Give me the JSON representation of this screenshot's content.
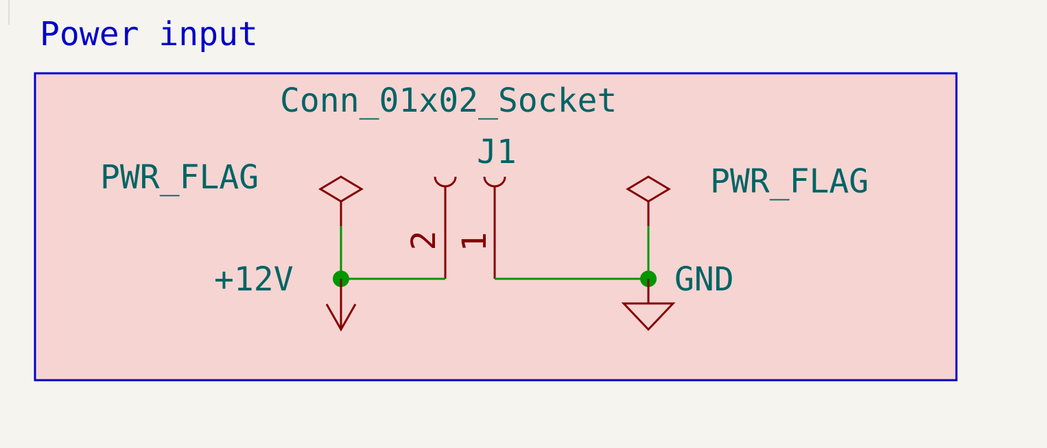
{
  "sheet": {
    "title": "Power input",
    "colors": {
      "background": "#f5f4ef",
      "group_fill": "#f6d4d2",
      "group_border": "#0000c8",
      "title_text": "#0000c8",
      "label_text": "#006464",
      "symbol": "#840000",
      "wire": "#009600",
      "junction": "#009600"
    }
  },
  "connector": {
    "value": "Conn_01x02_Socket",
    "reference": "J1",
    "pins": [
      {
        "number": "2"
      },
      {
        "number": "1"
      }
    ]
  },
  "power_flags": [
    {
      "label": "PWR_FLAG"
    },
    {
      "label": "PWR_FLAG"
    }
  ],
  "power_symbols": [
    {
      "label": "+12V",
      "icon": "power-12v-arrow-icon"
    },
    {
      "label": "GND",
      "icon": "ground-icon"
    }
  ]
}
